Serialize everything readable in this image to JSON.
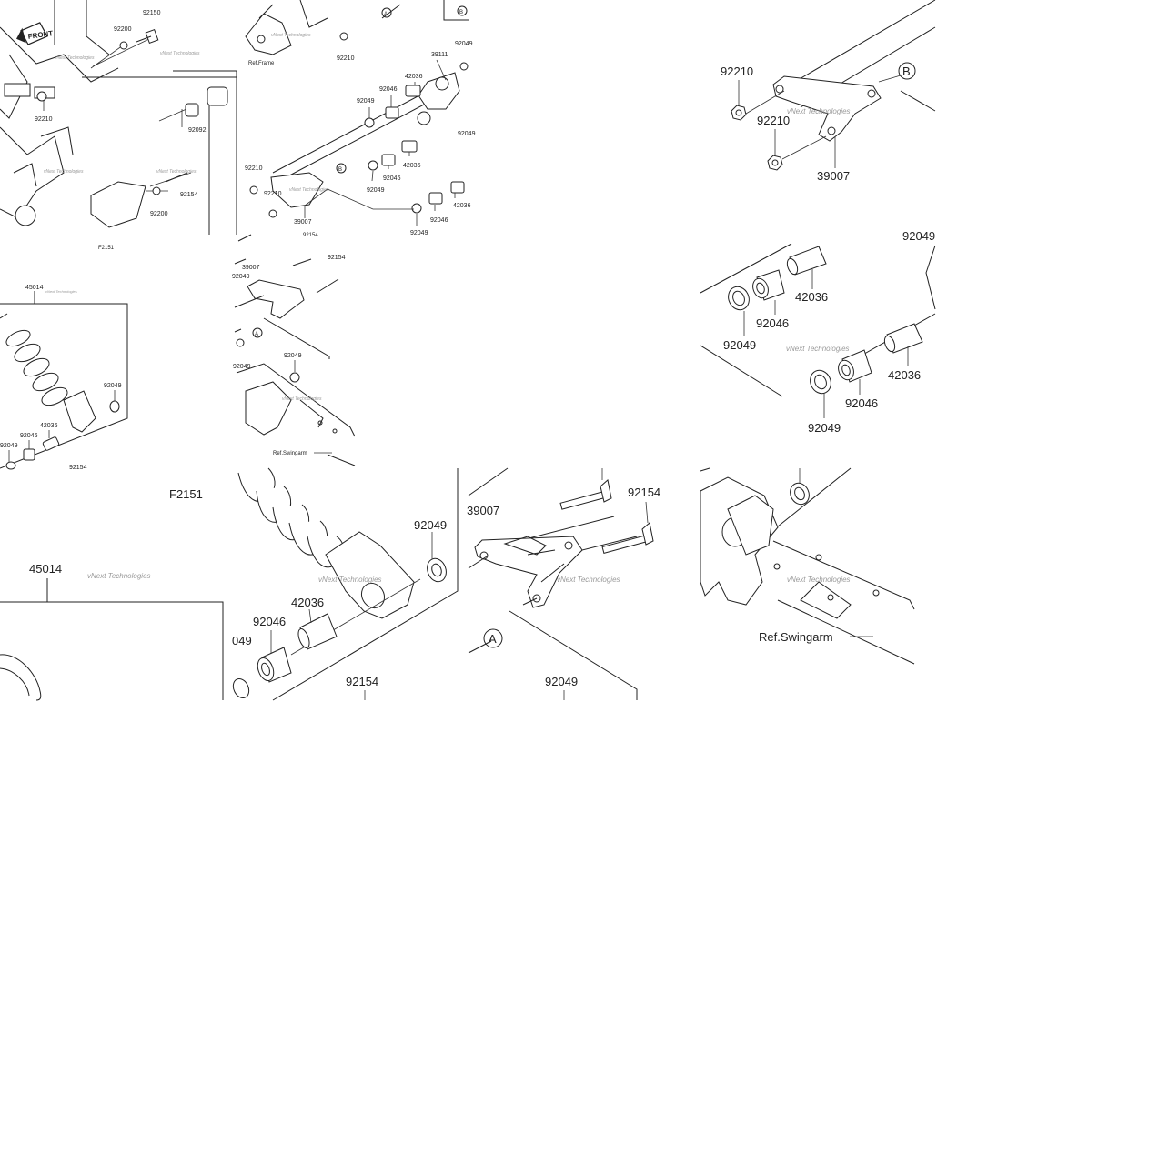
{
  "diagram": {
    "figure_code": "F2151",
    "watermark": "vNext Technologies",
    "front_badge": "FRONT",
    "refs": {
      "frame": "Ref.Frame",
      "swingarm": "Ref.Swingarm"
    },
    "callouts": {
      "a": "A",
      "b": "B"
    },
    "parts": {
      "shock_absorber": "45014",
      "rocker_arm": "39007",
      "tie_rod": "39111",
      "bolt_short": "92150",
      "bolt_long": "92154",
      "washer": "92200",
      "nut": "92210",
      "bushing_outer": "92092",
      "oil_seal": "92049",
      "needle_bearing": "92046",
      "sleeve": "42036"
    }
  }
}
